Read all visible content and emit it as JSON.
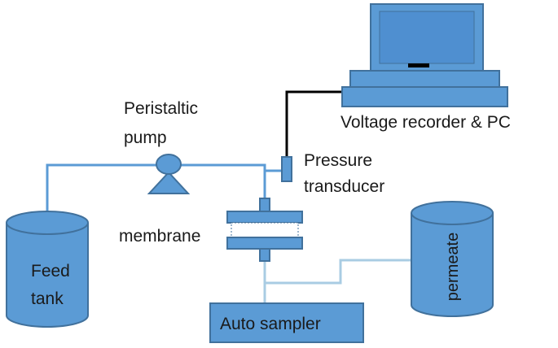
{
  "labels": {
    "pump_line1": "Peristaltic",
    "pump_line2": "pump",
    "transducer_line1": "Pressure",
    "transducer_line2": "transducer",
    "recorder": "Voltage recorder & PC",
    "membrane": "membrane",
    "feed_line1": "Feed",
    "feed_line2": "tank",
    "permeate": "permeate",
    "sampler": "Auto sampler"
  },
  "colors": {
    "fill": "#5b9bd5",
    "stroke": "#41719c",
    "pipe": "#5b9bd5",
    "permeate_pipe": "#a9cce3",
    "signal_wire": "#000000",
    "screen": "#4f8fd0",
    "membrane_fill": "#ffffff"
  },
  "icons": {
    "pump": "peristaltic-pump-icon",
    "computer": "computer-icon",
    "transducer": "pressure-transducer-icon",
    "membrane": "membrane-module-icon"
  }
}
